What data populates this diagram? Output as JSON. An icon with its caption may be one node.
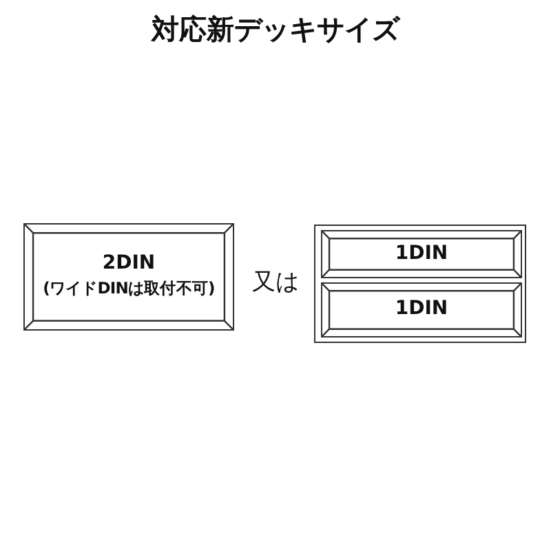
{
  "diagram": {
    "title": "対応新デッキサイズ",
    "nodes": [
      {
        "text": [
          "2DIN",
          "(ワイドDINは取付不可)"
        ]
      },
      {
        "text": [],
        "shape": "box"
      },
      {
        "text": [
          "1DIN"
        ],
        "in": 1
      },
      {
        "text": [
          "1DIN"
        ],
        "in": 1
      }
    ],
    "labels": [
      "又は"
    ]
  }
}
